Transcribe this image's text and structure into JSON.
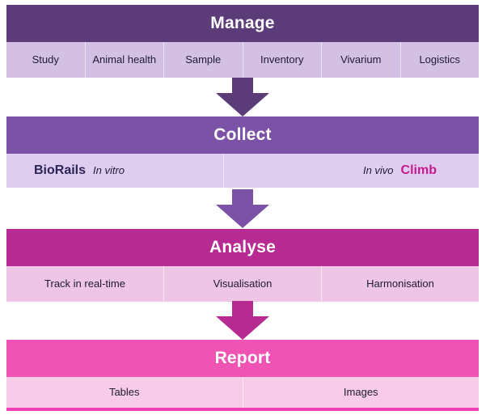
{
  "diagram": {
    "title": "Manage / Collect / Analyse / Report workflow",
    "colors": {
      "manage_header": "#5b3c79",
      "manage_cells": "#d4c0e2",
      "collect_header": "#7b52a5",
      "collect_cells": "#decdee",
      "analyse_header": "#b62a92",
      "analyse_cells": "#eec5e5",
      "report_header": "#ef54b4",
      "report_cells": "#f8cbe8",
      "report_bottom_rule": "#ef3fb0",
      "brand_biorails": "#2b2457",
      "brand_climb": "#c6188f",
      "arrow_1": "#5b3c79",
      "arrow_2": "#7b52a5",
      "arrow_3": "#b62a92"
    },
    "stages": [
      {
        "key": "manage",
        "title": "Manage",
        "cells": [
          {
            "label": "Study"
          },
          {
            "label": "Animal health"
          },
          {
            "label": "Sample"
          },
          {
            "label": "Inventory"
          },
          {
            "label": "Vivarium"
          },
          {
            "label": "Logistics"
          }
        ]
      },
      {
        "key": "collect",
        "title": "Collect",
        "cells": [
          {
            "brand": "BioRails",
            "label": "In vitro"
          },
          {
            "brand": "Climb",
            "label": "In vivo"
          }
        ]
      },
      {
        "key": "analyse",
        "title": "Analyse",
        "cells": [
          {
            "label": "Track in real-time"
          },
          {
            "label": "Visualisation"
          },
          {
            "label": "Harmonisation"
          }
        ]
      },
      {
        "key": "report",
        "title": "Report",
        "cells": [
          {
            "label": "Tables"
          },
          {
            "label": "Images"
          }
        ]
      }
    ],
    "arrows": [
      {
        "name": "arrow-manage-to-collect",
        "direction": "down"
      },
      {
        "name": "arrow-collect-to-analyse",
        "direction": "down"
      },
      {
        "name": "arrow-analyse-to-report",
        "direction": "down"
      }
    ]
  }
}
